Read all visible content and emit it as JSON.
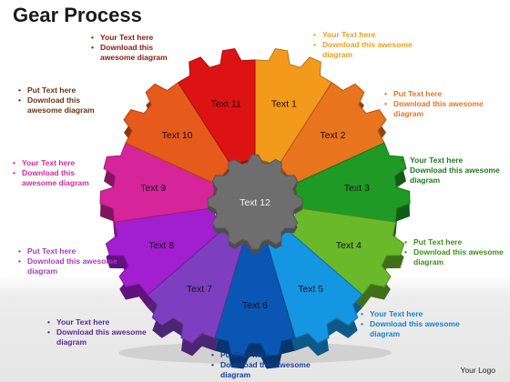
{
  "title": "Gear Process",
  "logo": "Your Logo",
  "segments": [
    {
      "label": "Text 1",
      "color": "#f39a1d"
    },
    {
      "label": "Text 2",
      "color": "#e8741e"
    },
    {
      "label": "Text  3",
      "color": "#1f9a25"
    },
    {
      "label": "Text 4",
      "color": "#6ab92a"
    },
    {
      "label": "Text 5",
      "color": "#1596e2"
    },
    {
      "label": "Text 6",
      "color": "#0a56b5"
    },
    {
      "label": "Text 7",
      "color": "#7d3fc0"
    },
    {
      "label": "Text 8",
      "color": "#a21fd0"
    },
    {
      "label": "Text 9",
      "color": "#d6259a"
    },
    {
      "label": "Text 10",
      "color": "#e65a1c"
    },
    {
      "label": "Text 11",
      "color": "#dd1313"
    },
    {
      "label": "Text 12",
      "color": "#6e6e6e"
    }
  ],
  "notes": [
    {
      "lines": [
        "Your Text here",
        "Download this awesome diagram"
      ],
      "color": "#8b1a10"
    },
    {
      "lines": [
        "Your Text here",
        "Download this awesome diagram"
      ],
      "color": "#e8a020"
    },
    {
      "lines": [
        "Put Text here",
        "Download this awesome diagram"
      ],
      "color": "#6b3312"
    },
    {
      "lines": [
        "Put Text here",
        "Download this awesome diagram"
      ],
      "color": "#e8741e"
    },
    {
      "lines": [
        "Your Text here",
        "Download this awesome diagram"
      ],
      "color": "#d42a9a"
    },
    {
      "lines": [
        "Your Text here",
        "Download this awesome diagram"
      ],
      "color": "#1f7a1f"
    },
    {
      "lines": [
        "Put Text here",
        "Download this awesome diagram"
      ],
      "color": "#a83bbf"
    },
    {
      "lines": [
        "Put Text here",
        "Download this awesome diagram"
      ],
      "color": "#3d8c1a"
    },
    {
      "lines": [
        "Your Text here",
        "Download this awesome diagram"
      ],
      "color": "#5a2a90"
    },
    {
      "lines": [
        "Your Text here",
        "Download this awesome diagram"
      ],
      "color": "#1582c8"
    },
    {
      "lines": [
        "Put Text  here",
        "Download this awesome diagram"
      ],
      "color": "#123f9a"
    }
  ]
}
